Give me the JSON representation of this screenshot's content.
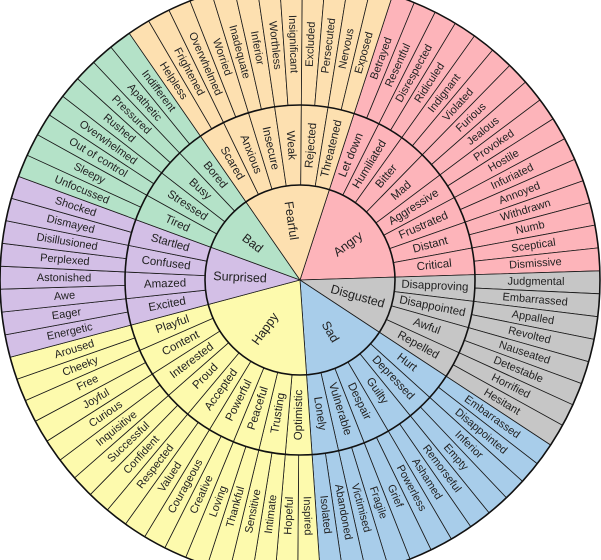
{
  "wheel": {
    "groups": [
      {
        "label": "Angry",
        "color": "#fdb4ba",
        "children": [
          {
            "label": "Let down",
            "leaves": [
              "Betrayed",
              "Resentful"
            ]
          },
          {
            "label": "Humiliated",
            "leaves": [
              "Disrespected",
              "Ridiculed"
            ]
          },
          {
            "label": "Bitter",
            "leaves": [
              "Indignant",
              "Violated"
            ]
          },
          {
            "label": "Mad",
            "leaves": [
              "Furious",
              "Jealous"
            ]
          },
          {
            "label": "Aggressive",
            "leaves": [
              "Provoked",
              "Hostile"
            ]
          },
          {
            "label": "Frustrated",
            "leaves": [
              "Infuriated",
              "Annoyed"
            ]
          },
          {
            "label": "Distant",
            "leaves": [
              "Withdrawn",
              "Numb"
            ]
          },
          {
            "label": "Critical",
            "leaves": [
              "Sceptical",
              "Dismissive"
            ]
          }
        ]
      },
      {
        "label": "Disgusted",
        "color": "#c6c6c6",
        "children": [
          {
            "label": "Disapproving",
            "leaves": [
              "Judgmental",
              "Embarrassed"
            ]
          },
          {
            "label": "Disappointed",
            "leaves": [
              "Appalled",
              "Revolted"
            ]
          },
          {
            "label": "Awful",
            "leaves": [
              "Nauseated",
              "Detestable"
            ]
          },
          {
            "label": "Repelled",
            "leaves": [
              "Horrified",
              "Hesitant"
            ]
          }
        ]
      },
      {
        "label": "Sad",
        "color": "#a8cdea",
        "children": [
          {
            "label": "Hurt",
            "leaves": [
              "Embarrassed",
              "Disappointed"
            ]
          },
          {
            "label": "Depressed",
            "leaves": [
              "Inferior",
              "Empty"
            ]
          },
          {
            "label": "Guilty",
            "leaves": [
              "Remorseful",
              "Ashamed"
            ]
          },
          {
            "label": "Despair",
            "leaves": [
              "Powerless",
              "Grief"
            ]
          },
          {
            "label": "Vulnerable",
            "leaves": [
              "Fragile",
              "Victimised"
            ]
          },
          {
            "label": "Lonely",
            "leaves": [
              "Abandoned",
              "Isolated"
            ]
          }
        ]
      },
      {
        "label": "Happy",
        "color": "#fdfaad",
        "children": [
          {
            "label": "Optimistic",
            "leaves": [
              "Inspired",
              "Hopeful"
            ]
          },
          {
            "label": "Trusting",
            "leaves": [
              "Intimate",
              "Sensitive"
            ]
          },
          {
            "label": "Peaceful",
            "leaves": [
              "Thankful",
              "Loving"
            ]
          },
          {
            "label": "Powerful",
            "leaves": [
              "Creative",
              "Courageous"
            ]
          },
          {
            "label": "Accepted",
            "leaves": [
              "Valued",
              "Respected"
            ]
          },
          {
            "label": "Proud",
            "leaves": [
              "Confident",
              "Successful"
            ]
          },
          {
            "label": "Interested",
            "leaves": [
              "Inquisitive",
              "Curious"
            ]
          },
          {
            "label": "Content",
            "leaves": [
              "Joyful",
              "Free"
            ]
          },
          {
            "label": "Playful",
            "leaves": [
              "Cheeky",
              "Aroused"
            ]
          }
        ]
      },
      {
        "label": "Surprised",
        "color": "#d3bfe6",
        "children": [
          {
            "label": "Excited",
            "leaves": [
              "Energetic",
              "Eager"
            ]
          },
          {
            "label": "Amazed",
            "leaves": [
              "Awe",
              "Astonished"
            ]
          },
          {
            "label": "Confused",
            "leaves": [
              "Perplexed",
              "Disillusioned"
            ]
          },
          {
            "label": "Startled",
            "leaves": [
              "Dismayed",
              "Shocked"
            ]
          }
        ]
      },
      {
        "label": "Bad",
        "color": "#b4e2c8",
        "children": [
          {
            "label": "Tired",
            "leaves": [
              "Unfocussed",
              "Sleepy"
            ]
          },
          {
            "label": "Stressed",
            "leaves": [
              "Out of control",
              "Overwhelmed"
            ]
          },
          {
            "label": "Busy",
            "leaves": [
              "Rushed",
              "Pressured"
            ]
          },
          {
            "label": "Bored",
            "leaves": [
              "Apathetic",
              "Indifferent"
            ]
          }
        ]
      },
      {
        "label": "Fearful",
        "color": "#fde0b0",
        "children": [
          {
            "label": "Scared",
            "leaves": [
              "Helpless",
              "Frightened"
            ]
          },
          {
            "label": "Anxious",
            "leaves": [
              "Overwhelmed",
              "Worried"
            ]
          },
          {
            "label": "Insecure",
            "leaves": [
              "Inadequate",
              "Inferior"
            ]
          },
          {
            "label": "Weak",
            "leaves": [
              "Worthless",
              "Insignificant"
            ]
          },
          {
            "label": "Rejected",
            "leaves": [
              "Excluded",
              "Persecuted"
            ]
          },
          {
            "label": "Threatened",
            "leaves": [
              "Nervous",
              "Exposed"
            ]
          }
        ]
      }
    ]
  }
}
